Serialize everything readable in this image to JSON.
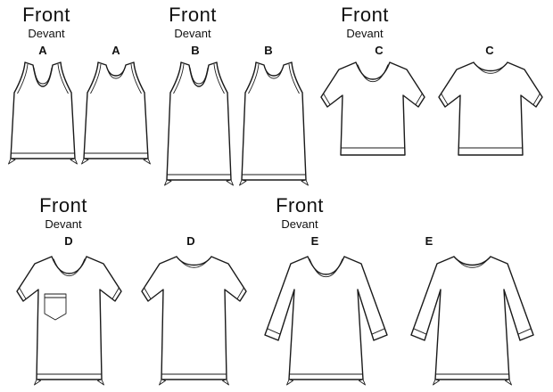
{
  "colors": {
    "background": "#ffffff",
    "line": "#1a1a1a",
    "text": "#111111"
  },
  "sections": [
    {
      "heading": "Front",
      "subheading": "Devant",
      "letters": [
        "A",
        "A"
      ]
    },
    {
      "heading": "Front",
      "subheading": "Devant",
      "letters": [
        "B",
        "B"
      ]
    },
    {
      "heading": "Front",
      "subheading": "Devant",
      "letters": [
        "C",
        "C"
      ]
    },
    {
      "heading": "Front",
      "subheading": "Devant",
      "letters": [
        "D",
        "D"
      ]
    },
    {
      "heading": "Front",
      "subheading": "Devant",
      "letters": [
        "E",
        "E"
      ]
    }
  ]
}
